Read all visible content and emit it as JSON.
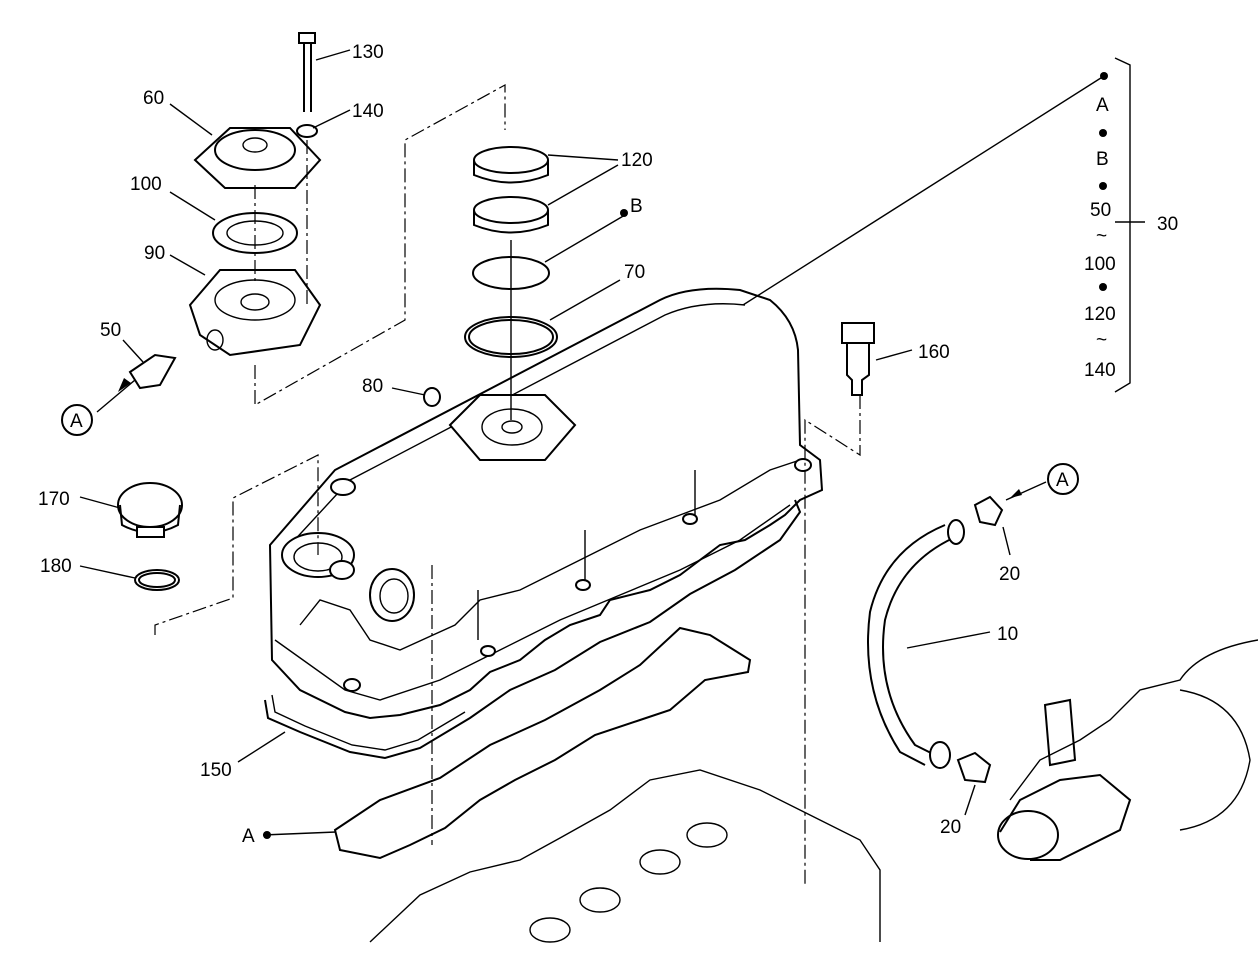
{
  "diagram": {
    "callouts": {
      "p10": "10",
      "p20a": "20",
      "p20b": "20",
      "p30": "30",
      "p50": "50",
      "p60": "60",
      "p70": "70",
      "p80": "80",
      "p90": "90",
      "p100": "100",
      "p120": "120",
      "p130": "130",
      "p140": "140",
      "p150": "150",
      "p160": "160",
      "p170": "170",
      "p180": "180"
    },
    "ref_markers": {
      "a_left": "A",
      "a_right": "A",
      "a_gasket": "A",
      "b_ring": "B"
    },
    "kit_list": {
      "item_a": "A",
      "item_b": "B",
      "range1_start": "50",
      "range1_sep": "~",
      "range1_end": "100",
      "range2_start": "120",
      "range2_sep": "~",
      "range2_end": "140"
    }
  }
}
